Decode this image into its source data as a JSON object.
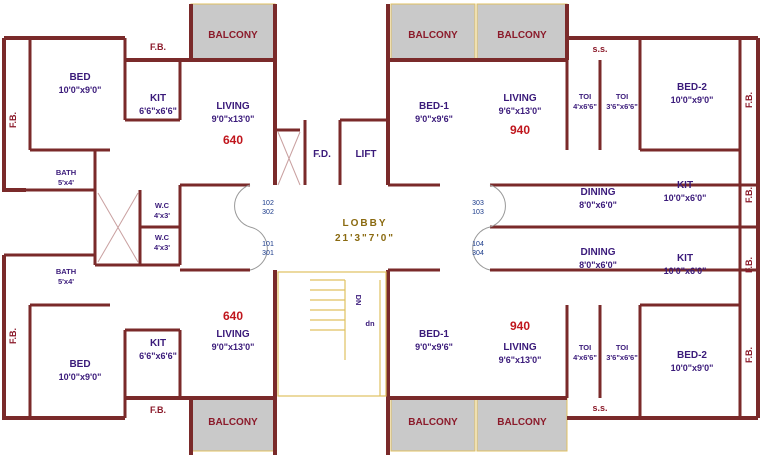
{
  "colors": {
    "wall": "#7a2a2a",
    "balcony_fill": "#c9c9c9",
    "balcony_text": "#8b1a2a",
    "label": "#3a1a7a",
    "flat_number": "#c0161d",
    "stair": "#e0c060"
  },
  "bed": {
    "label": "BED",
    "dim": "10'0\"x9'0\""
  },
  "kit_west": {
    "label": "KIT",
    "dim": "6'6\"x6'6\""
  },
  "living_west": {
    "label": "LIVING",
    "dim": "9'0\"x13'0\""
  },
  "living_east": {
    "label": "LIVING",
    "dim": "9'6\"x13'0\""
  },
  "bed1": {
    "label": "BED-1",
    "dim": "9'0\"x9'6\""
  },
  "bed2": {
    "label": "BED-2",
    "dim": "10'0\"x9'0\""
  },
  "kit_east": {
    "label": "KIT",
    "dim": "10'0\"x6'0\""
  },
  "dining": {
    "label": "DINING",
    "dim": "8'0\"x6'0\""
  },
  "toi_a": {
    "label": "TOI",
    "dim": "4'x6'6\""
  },
  "toi_b": {
    "label": "TOI",
    "dim": "3'6\"x6'6\""
  },
  "bath": {
    "label": "BATH",
    "dim": "5'x4'"
  },
  "wc": {
    "label": "W.C",
    "dim": "4'x3'"
  },
  "balcony": "BALCONY",
  "fb": "F.B.",
  "ss": "s.s.",
  "fd": "F.D.",
  "lift": "LIFT",
  "lobby": {
    "label": "LOBBY",
    "dim": "21'3\"7'0\""
  },
  "stair": {
    "dn": "DN",
    "up": "up"
  },
  "flat_numbers": {
    "west": "640",
    "east": "940"
  },
  "flats": {
    "top_left": "102",
    "top_left2": "302",
    "bot_left": "101",
    "bot_left2": "301",
    "top_right": "303",
    "top_right2": "103",
    "bot_right": "104",
    "bot_right2": "304"
  }
}
